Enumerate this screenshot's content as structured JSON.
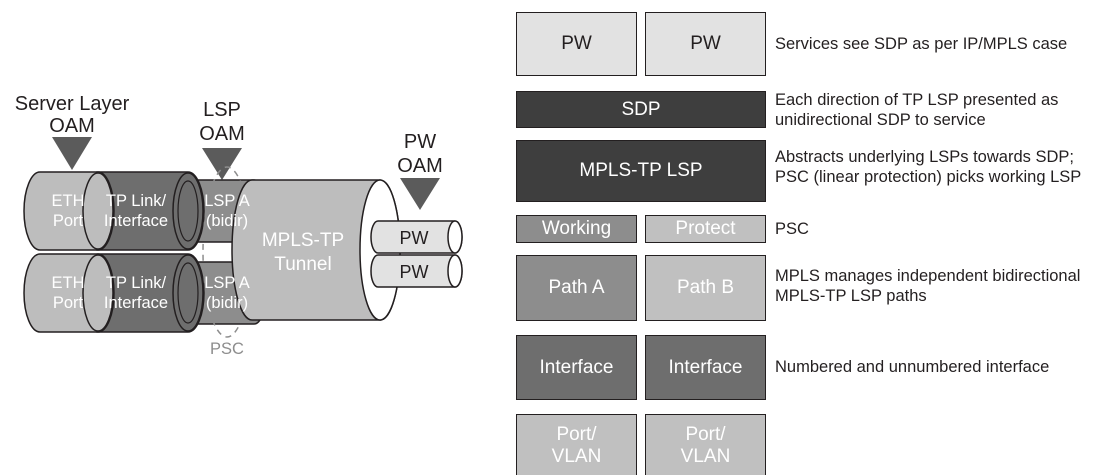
{
  "left_diagram": {
    "server_layer_oam": [
      "Server Layer",
      "OAM"
    ],
    "lsp_oam": [
      "LSP",
      "OAM"
    ],
    "pw_oam": [
      "PW",
      "OAM"
    ],
    "eth_port": [
      "ETH",
      "Port"
    ],
    "tp_link": [
      "TP Link/",
      "Interface"
    ],
    "lsp_a": [
      "LSP A",
      "(bidir)"
    ],
    "tunnel": [
      "MPLS-TP",
      "Tunnel"
    ],
    "pw": "PW",
    "psc": "PSC"
  },
  "stack": {
    "rows": [
      {
        "boxes": [
          "PW",
          "PW"
        ],
        "description": [
          "Services see SDP as per IP/MPLS case"
        ]
      },
      {
        "boxes": [
          "SDP"
        ],
        "description": [
          "Each direction of TP LSP presented as",
          "unidirectional SDP to service"
        ]
      },
      {
        "boxes": [
          "MPLS-TP LSP"
        ],
        "description": [
          "Abstracts underlying LSPs towards SDP;",
          "PSC (linear protection) picks working LSP"
        ]
      },
      {
        "boxes": [
          "Working",
          "Protect"
        ],
        "description": [
          "PSC"
        ]
      },
      {
        "boxes": [
          "Path A",
          "Path B"
        ],
        "description": [
          "MPLS manages independent bidirectional",
          "MPLS-TP LSP paths"
        ]
      },
      {
        "boxes": [
          "Interface",
          "Interface"
        ],
        "description": [
          "Numbered and unnumbered interface"
        ]
      },
      {
        "boxes": [
          [
            "Port/",
            "VLAN"
          ],
          [
            "Port/",
            "VLAN"
          ]
        ],
        "description": []
      }
    ]
  },
  "colors": {
    "light": "#e2e2e2",
    "mid": "#c0c0c0",
    "gray": "#8d8d8d",
    "dark_gray": "#6e6e6e",
    "dark": "#3e3e3e",
    "outline": "#231f20"
  }
}
